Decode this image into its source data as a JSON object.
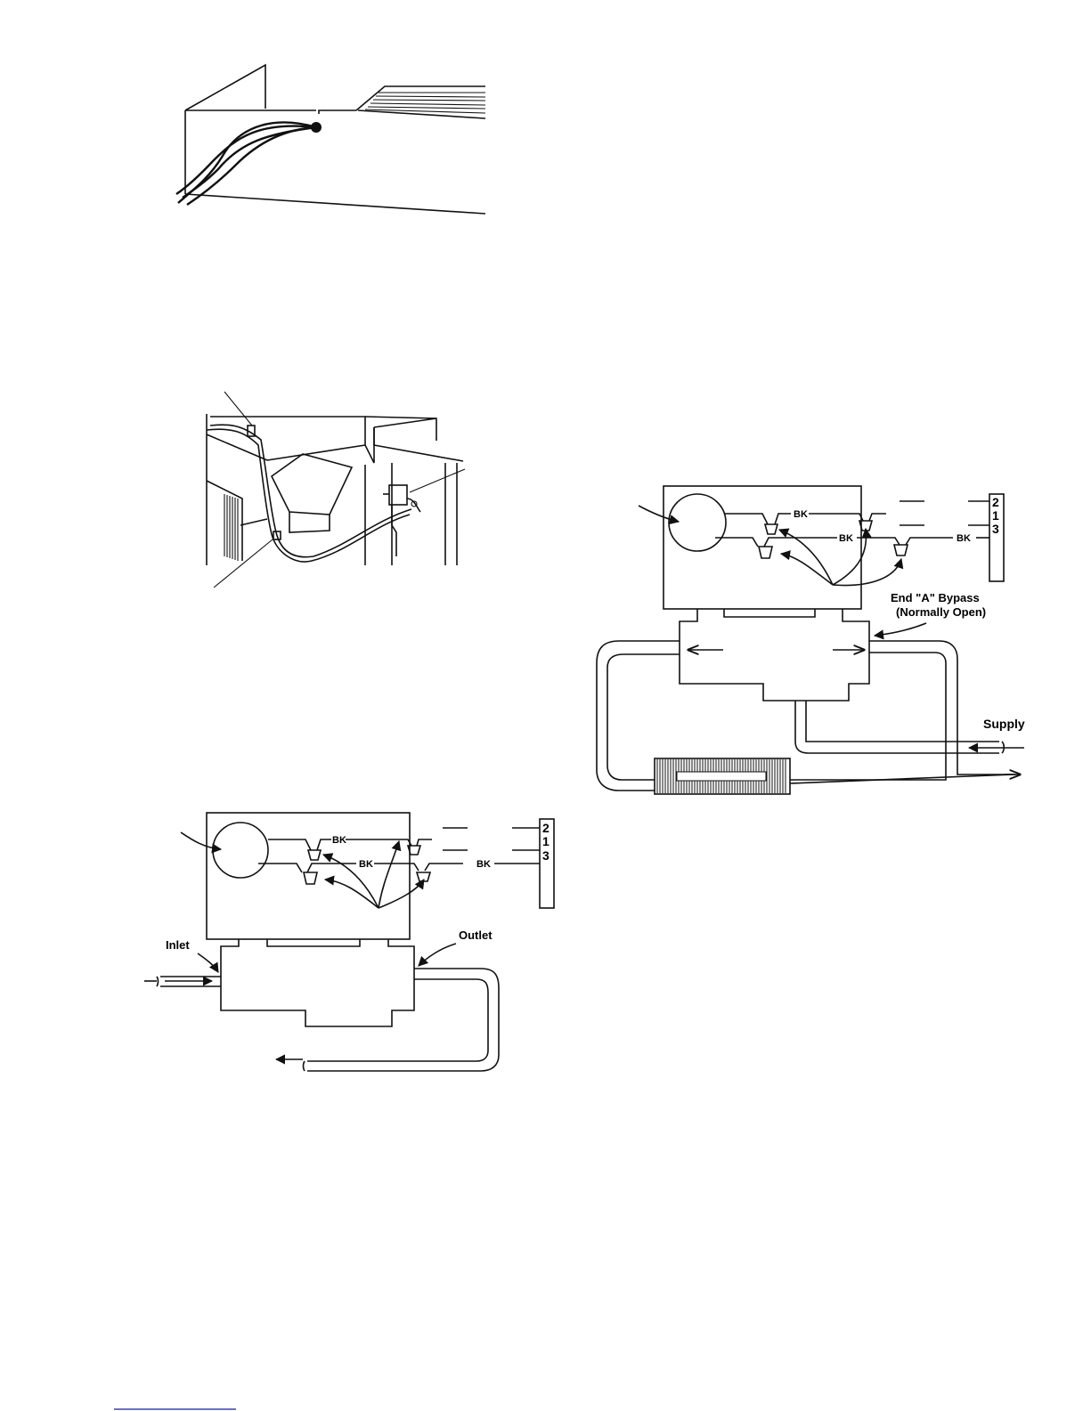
{
  "diagram_bottom_left": {
    "wire_labels": [
      "BK",
      "BK",
      "BK"
    ],
    "terminals": [
      "2",
      "1",
      "3"
    ],
    "inlet_label": "Inlet",
    "outlet_label": "Outlet"
  },
  "diagram_right": {
    "wire_labels": [
      "BK",
      "BK",
      "BK"
    ],
    "terminals": [
      "2",
      "1",
      "3"
    ],
    "bypass_label_line1": "End \"A\" Bypass",
    "bypass_label_line2": "(Normally Open)",
    "supply_label": "Supply"
  }
}
